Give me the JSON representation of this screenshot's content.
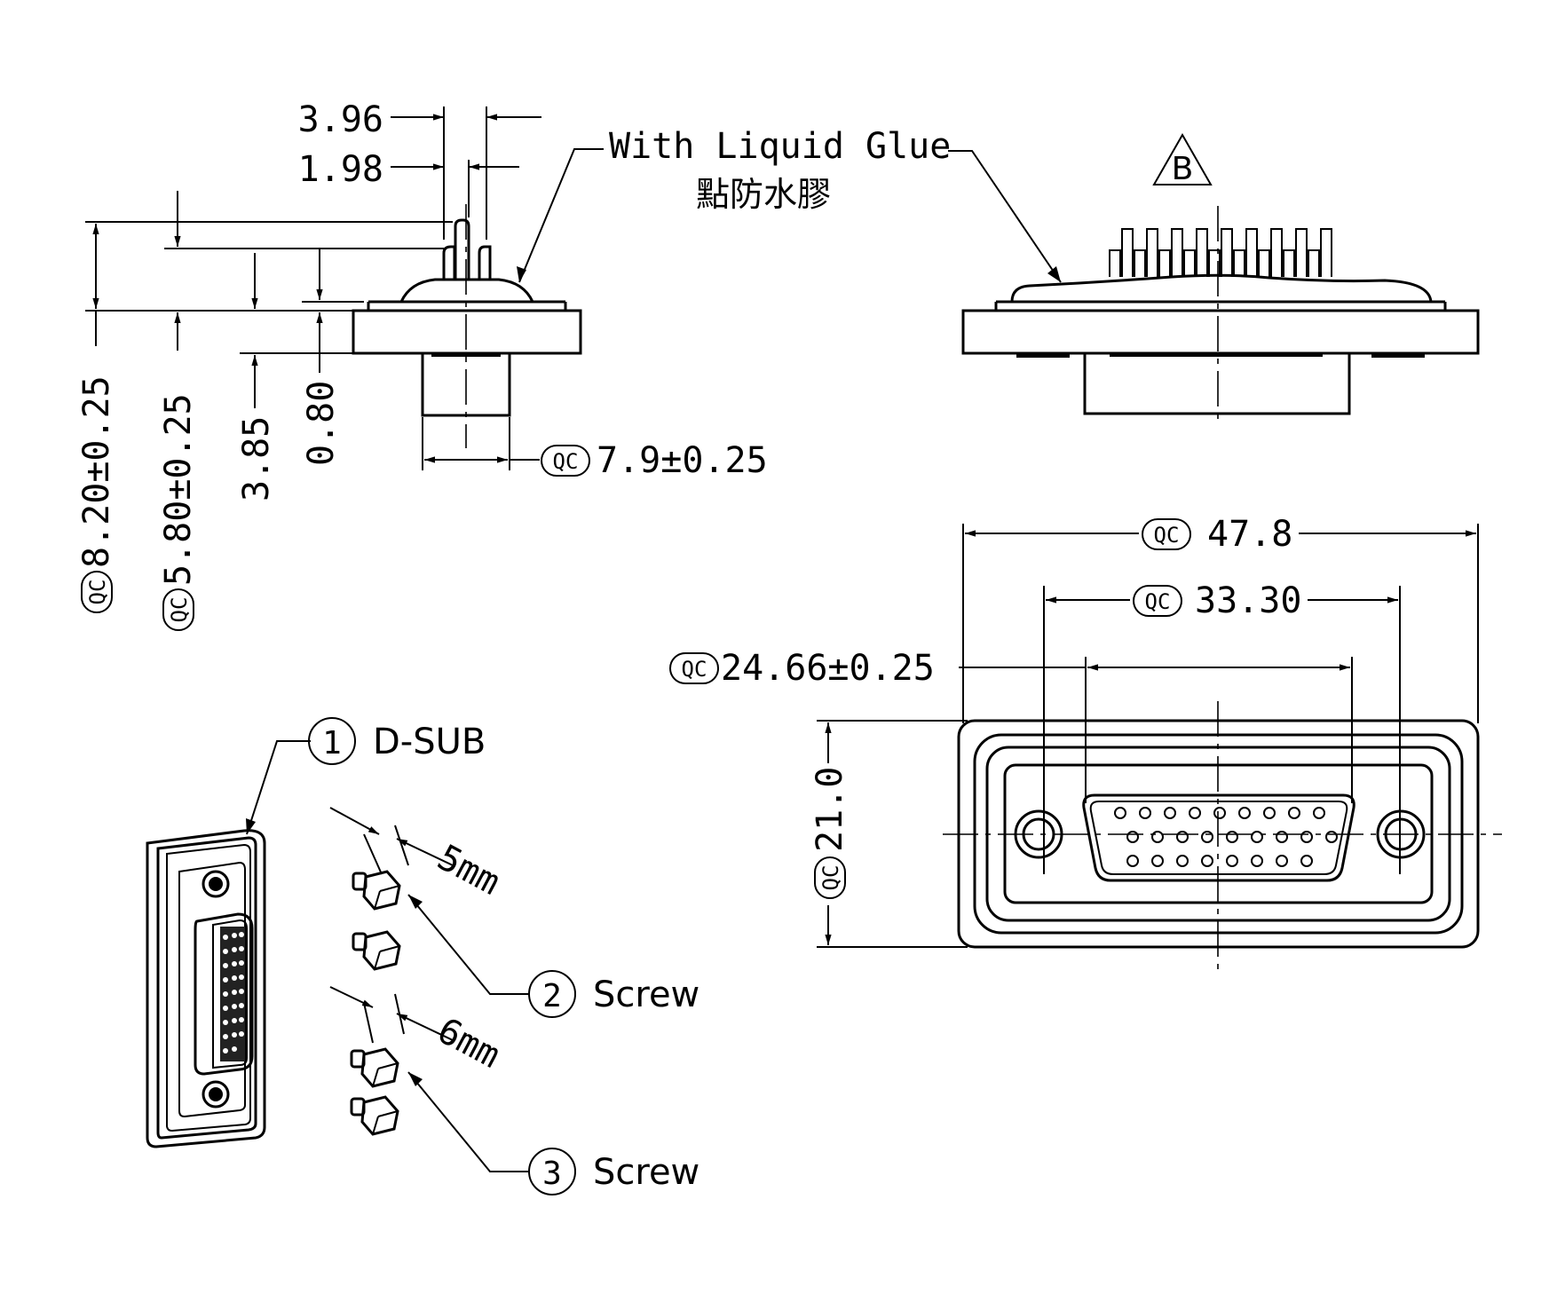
{
  "glue": {
    "label_en": "With Liquid Glue",
    "label_zh": "點防水膠"
  },
  "revision_mark": "B",
  "qc_tag": "QC",
  "side_view": {
    "pin_pitch_outer": "3.96",
    "pin_pitch_inner": "1.98",
    "overall_height": "8.20±0.25",
    "body_height": "5.80±0.25",
    "shell_depth": "3.85",
    "flange_thickness": "0.80",
    "shell_width": "7.9±0.25"
  },
  "front_view": {
    "overall_width": "47.8",
    "mount_hole_spacing": "33.30",
    "shell_opening_width": "24.66±0.25",
    "overall_height": "21.0"
  },
  "parts": [
    {
      "number": "1",
      "name": "D-SUB"
    },
    {
      "number": "2",
      "name": "Screw",
      "length": "5mm"
    },
    {
      "number": "3",
      "name": "Screw",
      "length": "6mm"
    }
  ],
  "colors": {
    "line": "#000000",
    "background": "#ffffff"
  }
}
